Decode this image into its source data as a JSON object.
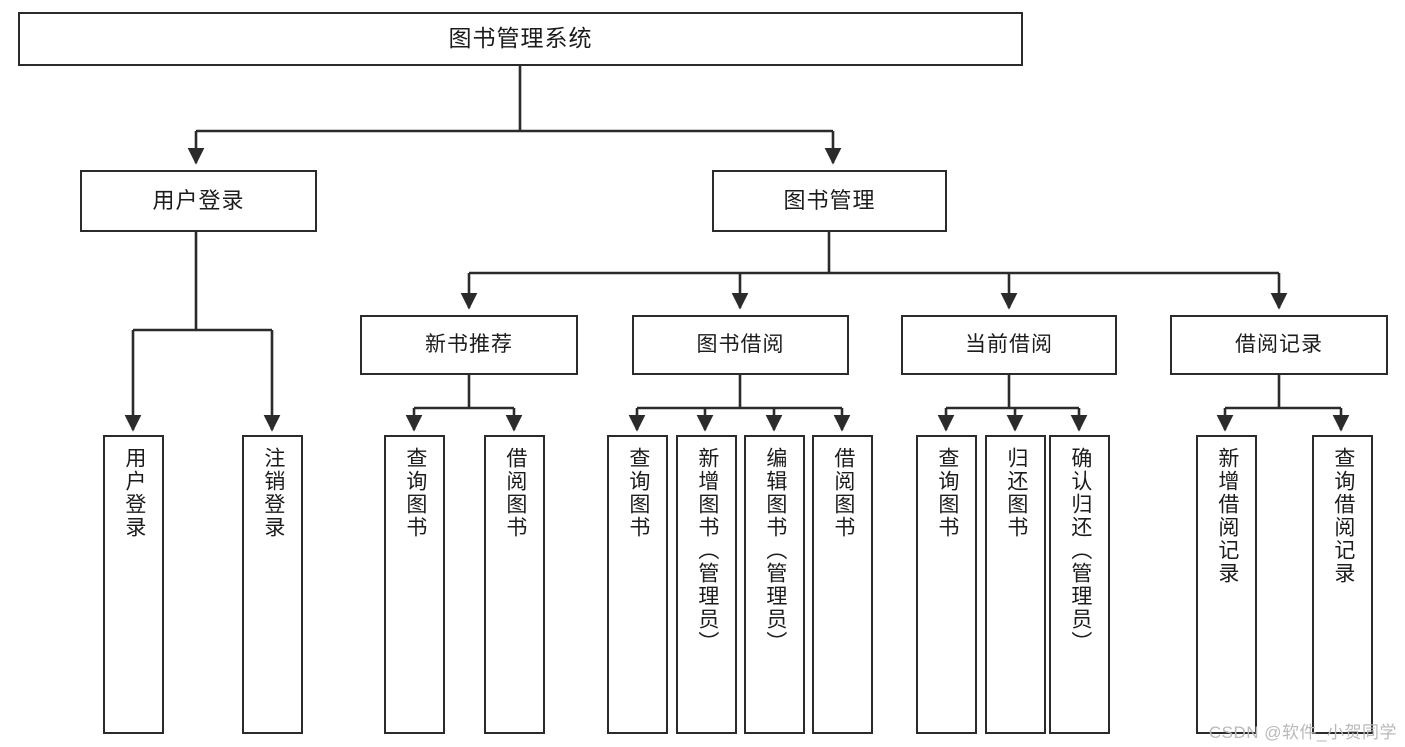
{
  "diagram": {
    "title": "图书管理系统",
    "type": "tree-hierarchy-chart",
    "watermark": "CSDN @软件_小贺同学",
    "colors": {
      "box_border": "#2b2b2b",
      "box_fill": "#ffffff",
      "edge": "#2b2b2b",
      "text": "#1c1c1c",
      "watermark": "#b9b9b9",
      "background": "#ffffff"
    }
  },
  "nodes": {
    "root": {
      "label": "图书管理系统",
      "level": 0,
      "orientation": "horizontal"
    },
    "level1": [
      {
        "id": "user-login",
        "label": "用户登录",
        "orientation": "horizontal"
      },
      {
        "id": "book-manage",
        "label": "图书管理",
        "orientation": "horizontal"
      }
    ],
    "level2": [
      {
        "id": "new-book-recommend",
        "label": "新书推荐",
        "orientation": "horizontal"
      },
      {
        "id": "book-borrow",
        "label": "图书借阅",
        "orientation": "horizontal"
      },
      {
        "id": "current-borrow",
        "label": "当前借阅",
        "orientation": "horizontal"
      },
      {
        "id": "borrow-record",
        "label": "借阅记录",
        "orientation": "horizontal"
      }
    ],
    "leaves": {
      "user-login": [
        {
          "id": "leaf-user-login",
          "label": "用户登录",
          "orientation": "vertical"
        },
        {
          "id": "leaf-user-logout",
          "label": "注销登录",
          "orientation": "vertical"
        }
      ],
      "new-book-recommend": [
        {
          "id": "leaf-query-book-1",
          "label": "查询图书",
          "orientation": "vertical"
        },
        {
          "id": "leaf-borrow-book-1",
          "label": "借阅图书",
          "orientation": "vertical"
        }
      ],
      "book-borrow": [
        {
          "id": "leaf-query-book-2",
          "label": "查询图书",
          "orientation": "vertical"
        },
        {
          "id": "leaf-add-book",
          "label": "新增图书（管理员）",
          "orientation": "vertical"
        },
        {
          "id": "leaf-edit-book",
          "label": "编辑图书（管理员）",
          "orientation": "vertical"
        },
        {
          "id": "leaf-borrow-book-2",
          "label": "借阅图书",
          "orientation": "vertical"
        }
      ],
      "current-borrow": [
        {
          "id": "leaf-query-book-3",
          "label": "查询图书",
          "orientation": "vertical"
        },
        {
          "id": "leaf-return-book",
          "label": "归还图书",
          "orientation": "vertical"
        },
        {
          "id": "leaf-confirm-return",
          "label": "确认归还（管理员）",
          "orientation": "vertical"
        }
      ],
      "borrow-record": [
        {
          "id": "leaf-add-record",
          "label": "新增借阅记录",
          "orientation": "vertical"
        },
        {
          "id": "leaf-query-record",
          "label": "查询借阅记录",
          "orientation": "vertical"
        }
      ]
    }
  }
}
